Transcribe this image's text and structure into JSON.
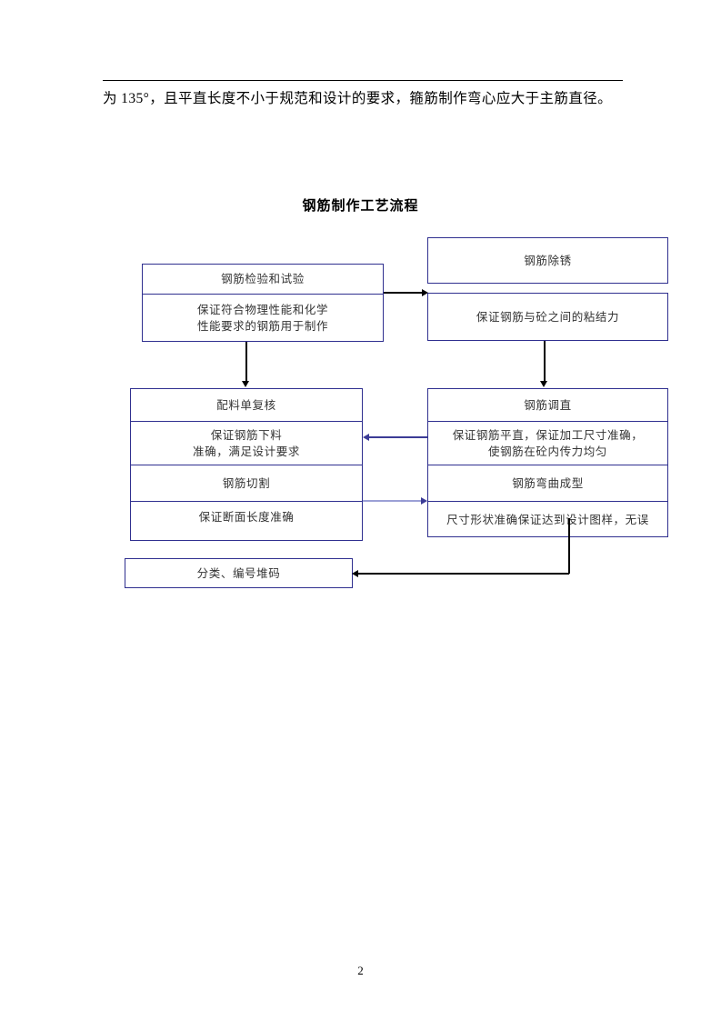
{
  "page": {
    "paragraph_text": "为 135°，且平直长度不小于规范和设计的要求，箍筋制作弯心应大于主筋直径。",
    "page_number": "2",
    "colors": {
      "box_border": "#2f2f8f",
      "connector_black": "#000000",
      "connector_blue": "#3b3b96",
      "connector_blue_light": "#9ba0d6",
      "text": "#333333"
    }
  },
  "flowchart": {
    "title": "钢筋制作工艺流程",
    "nodes": {
      "inspection": {
        "step": "钢筋检验和试验",
        "note": "保证符合物理性能和化学\n性能要求的钢筋用于制作"
      },
      "derusting": {
        "step": "钢筋除锈",
        "note": "保证钢筋与砼之间的粘结力"
      },
      "batch_recheck": {
        "step": "配料单复核",
        "note": "保证钢筋下料\n准确，满足设计要求"
      },
      "cutting": {
        "step": "钢筋切割",
        "note": "保证断面长度准确"
      },
      "straightening": {
        "step": "钢筋调直",
        "note": "保证钢筋平直，保证加工尺寸准确，\n使钢筋在砼内传力均匀"
      },
      "bending": {
        "step": "钢筋弯曲成型",
        "note": "尺寸形状准确保证达到设计图样，无误"
      },
      "sorting": {
        "step": "分类、编号堆码"
      }
    }
  }
}
